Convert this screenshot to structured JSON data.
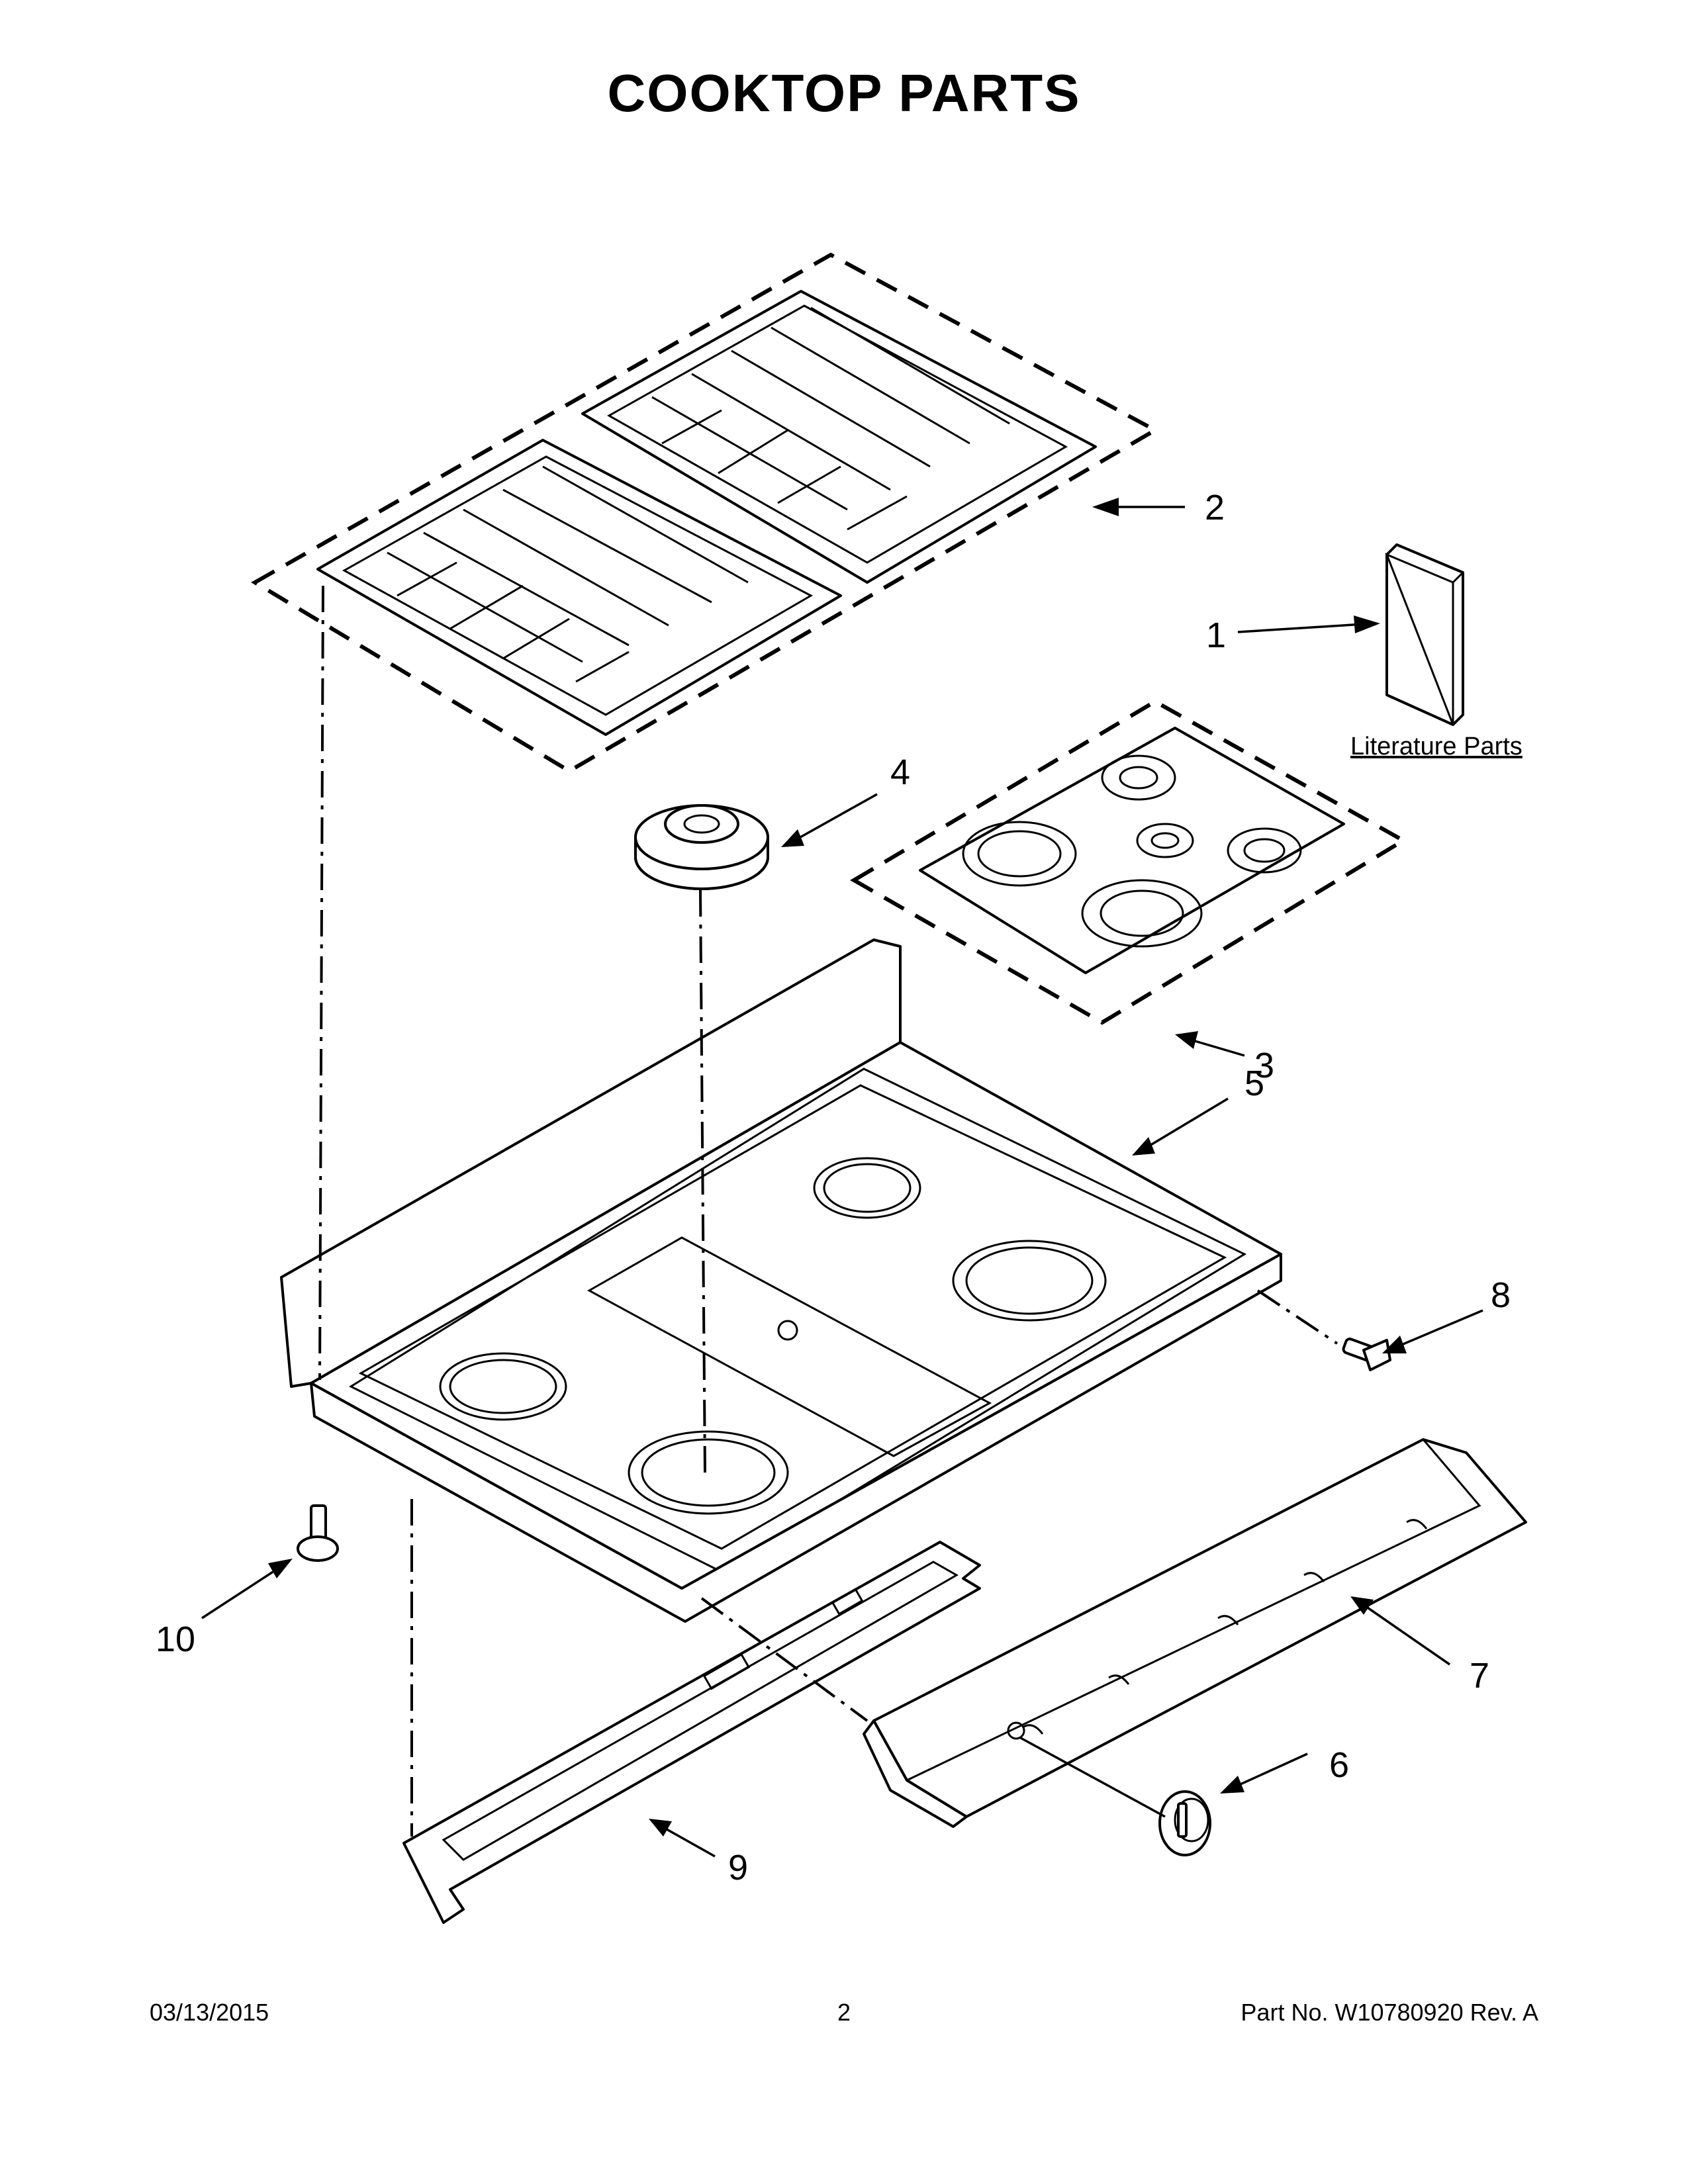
{
  "page": {
    "title": "COOKTOP PARTS",
    "date": "03/13/2015",
    "page_number": "2",
    "part_number": "Part No.  W10780920  Rev.  A"
  },
  "callouts": [
    {
      "id": "1",
      "label": "1"
    },
    {
      "id": "2",
      "label": "2"
    },
    {
      "id": "3",
      "label": "3"
    },
    {
      "id": "4",
      "label": "4"
    },
    {
      "id": "5",
      "label": "5"
    },
    {
      "id": "6",
      "label": "6"
    },
    {
      "id": "7",
      "label": "7"
    },
    {
      "id": "8",
      "label": "8"
    },
    {
      "id": "9",
      "label": "9"
    },
    {
      "id": "10",
      "label": "10"
    }
  ],
  "literature_label": "Literature Parts"
}
